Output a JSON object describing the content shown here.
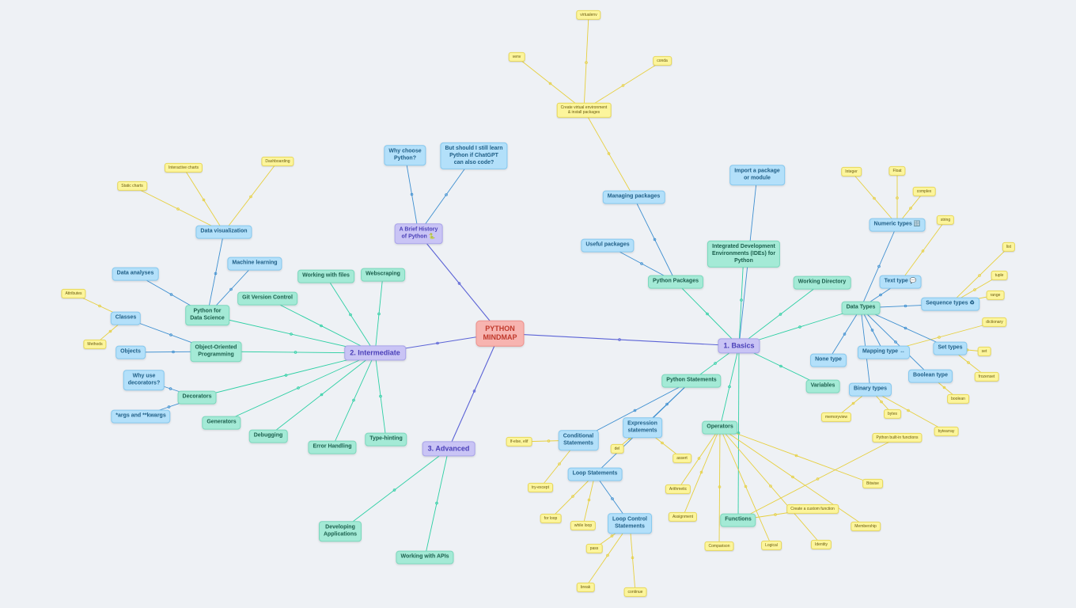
{
  "colors": {
    "background": "#eef1f5",
    "edge_main": "#5b63d6",
    "edge_green": "#2ccfa3",
    "edge_blue": "#3e8fd0",
    "edge_yellow": "#e6cf3e"
  },
  "nodes": [
    {
      "id": "root",
      "label": "PYTHON\nMINDMAP",
      "style": "root"
    },
    {
      "id": "basics",
      "label": "1. Basics",
      "style": "main"
    },
    {
      "id": "intermediate",
      "label": "2. Intermediate",
      "style": "main"
    },
    {
      "id": "advanced",
      "label": "3. Advanced",
      "style": "main"
    },
    {
      "id": "history",
      "label": "A Brief History\nof Python 🐍",
      "style": "purplebox"
    },
    {
      "id": "why_python",
      "label": "Why choose\nPython?",
      "style": "blue"
    },
    {
      "id": "chatgpt",
      "label": "But should I still learn\nPython if ChatGPT\ncan also code?",
      "style": "blue"
    },
    {
      "id": "py_packages",
      "label": "Python Packages",
      "style": "green"
    },
    {
      "id": "managing",
      "label": "Managing packages",
      "style": "blue"
    },
    {
      "id": "useful",
      "label": "Useful packages",
      "style": "blue"
    },
    {
      "id": "import_pkg",
      "label": "Import a package\nor module",
      "style": "blue"
    },
    {
      "id": "venv",
      "label": "Create virtual environment\n& install packages",
      "style": "yellow"
    },
    {
      "id": "virtualenv",
      "label": "virtualenv",
      "style": "yellow"
    },
    {
      "id": "venv_mod",
      "label": "venv",
      "style": "yellow"
    },
    {
      "id": "conda",
      "label": "conda",
      "style": "yellow"
    },
    {
      "id": "ide",
      "label": "Integrated Development\nEnvironments (IDEs) for\nPython",
      "style": "green"
    },
    {
      "id": "workdir",
      "label": "Working Directory",
      "style": "green"
    },
    {
      "id": "data_types",
      "label": "Data Types",
      "style": "green"
    },
    {
      "id": "variables",
      "label": "Variables",
      "style": "green"
    },
    {
      "id": "numeric",
      "label": "Numeric types 🔢",
      "style": "blue"
    },
    {
      "id": "integer",
      "label": "Integer",
      "style": "yellow"
    },
    {
      "id": "float",
      "label": "Float",
      "style": "yellow"
    },
    {
      "id": "complex",
      "label": "complex",
      "style": "yellow"
    },
    {
      "id": "text_type",
      "label": "Text type 💬",
      "style": "blue"
    },
    {
      "id": "string",
      "label": "string",
      "style": "yellow"
    },
    {
      "id": "sequence",
      "label": "Sequence types ♻",
      "style": "blue"
    },
    {
      "id": "list",
      "label": "list",
      "style": "yellow"
    },
    {
      "id": "tuple",
      "label": "tuple",
      "style": "yellow"
    },
    {
      "id": "range",
      "label": "range",
      "style": "yellow"
    },
    {
      "id": "mapping",
      "label": "Mapping type ↔",
      "style": "blue"
    },
    {
      "id": "dictionary",
      "label": "dictionary",
      "style": "yellow"
    },
    {
      "id": "set_types",
      "label": "Set types",
      "style": "blue"
    },
    {
      "id": "set",
      "label": "set",
      "style": "yellow"
    },
    {
      "id": "frozenset",
      "label": "frozenset",
      "style": "yellow"
    },
    {
      "id": "none_type",
      "label": "None type",
      "style": "blue"
    },
    {
      "id": "bool_type",
      "label": "Boolean type",
      "style": "blue"
    },
    {
      "id": "boolean",
      "label": "boolean",
      "style": "yellow"
    },
    {
      "id": "binary",
      "label": "Binary types",
      "style": "blue"
    },
    {
      "id": "memoryview",
      "label": "memoryview",
      "style": "yellow"
    },
    {
      "id": "bytes",
      "label": "bytes",
      "style": "yellow"
    },
    {
      "id": "bytearray",
      "label": "bytearray",
      "style": "yellow"
    },
    {
      "id": "py_statements",
      "label": "Python Statements",
      "style": "green"
    },
    {
      "id": "conditional",
      "label": "Conditional\nStatements",
      "style": "blue"
    },
    {
      "id": "ifelse",
      "label": "If-else, elif",
      "style": "yellow"
    },
    {
      "id": "tryexcept",
      "label": "try-except",
      "style": "yellow"
    },
    {
      "id": "expression",
      "label": "Expression\nstatements",
      "style": "blue"
    },
    {
      "id": "del",
      "label": "del",
      "style": "yellow"
    },
    {
      "id": "assert",
      "label": "assert",
      "style": "yellow"
    },
    {
      "id": "loop",
      "label": "Loop Statements",
      "style": "blue"
    },
    {
      "id": "forloop",
      "label": "for loop",
      "style": "yellow"
    },
    {
      "id": "whileloop",
      "label": "while loop",
      "style": "yellow"
    },
    {
      "id": "loopcontrol",
      "label": "Loop Control\nStatements",
      "style": "blue"
    },
    {
      "id": "pass",
      "label": "pass",
      "style": "yellow"
    },
    {
      "id": "break",
      "label": "break",
      "style": "yellow"
    },
    {
      "id": "continue",
      "label": "continue",
      "style": "yellow"
    },
    {
      "id": "operators",
      "label": "Operators",
      "style": "green"
    },
    {
      "id": "arithmetic",
      "label": "Arithmetic",
      "style": "yellow"
    },
    {
      "id": "assignment",
      "label": "Assignment",
      "style": "yellow"
    },
    {
      "id": "comparison",
      "label": "Comparison",
      "style": "yellow"
    },
    {
      "id": "logical",
      "label": "Logical",
      "style": "yellow"
    },
    {
      "id": "identity",
      "label": "Identity",
      "style": "yellow"
    },
    {
      "id": "membership",
      "label": "Membership",
      "style": "yellow"
    },
    {
      "id": "bitwise",
      "label": "Bitwise",
      "style": "yellow"
    },
    {
      "id": "functions",
      "label": "Functions",
      "style": "green"
    },
    {
      "id": "builtin",
      "label": "Python built-in functions",
      "style": "yellow"
    },
    {
      "id": "custom",
      "label": "Create a custom function",
      "style": "yellow"
    },
    {
      "id": "git",
      "label": "Git Version Control",
      "style": "green"
    },
    {
      "id": "files",
      "label": "Working with files",
      "style": "green"
    },
    {
      "id": "webscraping",
      "label": "Webscraping",
      "style": "green"
    },
    {
      "id": "pyds",
      "label": "Python for\nData Science",
      "style": "green"
    },
    {
      "id": "dataviz",
      "label": "Data visualization",
      "style": "blue"
    },
    {
      "id": "static",
      "label": "Static charts",
      "style": "yellow"
    },
    {
      "id": "interactive",
      "label": "Interactive charts",
      "style": "yellow"
    },
    {
      "id": "dashboarding",
      "label": "Dashboarding",
      "style": "yellow"
    },
    {
      "id": "analyses",
      "label": "Data analyses",
      "style": "blue"
    },
    {
      "id": "ml",
      "label": "Machine learning",
      "style": "blue"
    },
    {
      "id": "oop",
      "label": "Object-Oriented\nProgramming",
      "style": "green"
    },
    {
      "id": "classes",
      "label": "Classes",
      "style": "blue"
    },
    {
      "id": "attributes",
      "label": "Attributes",
      "style": "yellow"
    },
    {
      "id": "methods",
      "label": "Methods",
      "style": "yellow"
    },
    {
      "id": "objects",
      "label": "Objects",
      "style": "blue"
    },
    {
      "id": "decorators",
      "label": "Decorators",
      "style": "green"
    },
    {
      "id": "why_decor",
      "label": "Why use\ndecorators?",
      "style": "blue"
    },
    {
      "id": "args",
      "label": "*args and **kwargs",
      "style": "blue"
    },
    {
      "id": "generators",
      "label": "Generators",
      "style": "green"
    },
    {
      "id": "debugging",
      "label": "Debugging",
      "style": "green"
    },
    {
      "id": "errors",
      "label": "Error Handling",
      "style": "green"
    },
    {
      "id": "typehint",
      "label": "Type-hinting",
      "style": "green"
    },
    {
      "id": "devapps",
      "label": "Developing\nApplications",
      "style": "green"
    },
    {
      "id": "apis",
      "label": "Working with APIs",
      "style": "green"
    }
  ],
  "edges": [
    [
      "root",
      "basics",
      "main"
    ],
    [
      "root",
      "intermediate",
      "main"
    ],
    [
      "root",
      "advanced",
      "main"
    ],
    [
      "root",
      "history",
      "main"
    ],
    [
      "history",
      "why_python",
      "blue"
    ],
    [
      "history",
      "chatgpt",
      "blue"
    ],
    [
      "basics",
      "py_packages",
      "green"
    ],
    [
      "basics",
      "ide",
      "green"
    ],
    [
      "basics",
      "workdir",
      "green"
    ],
    [
      "basics",
      "data_types",
      "green"
    ],
    [
      "basics",
      "variables",
      "green"
    ],
    [
      "basics",
      "py_statements",
      "green"
    ],
    [
      "basics",
      "operators",
      "green"
    ],
    [
      "basics",
      "functions",
      "green"
    ],
    [
      "basics",
      "import_pkg",
      "blue"
    ],
    [
      "py_packages",
      "managing",
      "blue"
    ],
    [
      "py_packages",
      "useful",
      "blue"
    ],
    [
      "managing",
      "venv",
      "yellow"
    ],
    [
      "venv",
      "virtualenv",
      "yellow"
    ],
    [
      "venv",
      "venv_mod",
      "yellow"
    ],
    [
      "venv",
      "conda",
      "yellow"
    ],
    [
      "data_types",
      "numeric",
      "blue"
    ],
    [
      "numeric",
      "integer",
      "yellow"
    ],
    [
      "numeric",
      "float",
      "yellow"
    ],
    [
      "numeric",
      "complex",
      "yellow"
    ],
    [
      "data_types",
      "text_type",
      "blue"
    ],
    [
      "text_type",
      "string",
      "yellow"
    ],
    [
      "data_types",
      "sequence",
      "blue"
    ],
    [
      "sequence",
      "list",
      "yellow"
    ],
    [
      "sequence",
      "tuple",
      "yellow"
    ],
    [
      "sequence",
      "range",
      "yellow"
    ],
    [
      "data_types",
      "mapping",
      "blue"
    ],
    [
      "mapping",
      "dictionary",
      "yellow"
    ],
    [
      "data_types",
      "set_types",
      "blue"
    ],
    [
      "set_types",
      "set",
      "yellow"
    ],
    [
      "set_types",
      "frozenset",
      "yellow"
    ],
    [
      "data_types",
      "none_type",
      "blue"
    ],
    [
      "data_types",
      "bool_type",
      "blue"
    ],
    [
      "bool_type",
      "boolean",
      "yellow"
    ],
    [
      "data_types",
      "binary",
      "blue"
    ],
    [
      "binary",
      "memoryview",
      "yellow"
    ],
    [
      "binary",
      "bytes",
      "yellow"
    ],
    [
      "binary",
      "bytearray",
      "yellow"
    ],
    [
      "py_statements",
      "conditional",
      "blue"
    ],
    [
      "py_statements",
      "expression",
      "blue"
    ],
    [
      "py_statements",
      "loop",
      "blue"
    ],
    [
      "conditional",
      "ifelse",
      "yellow"
    ],
    [
      "conditional",
      "tryexcept",
      "yellow"
    ],
    [
      "expression",
      "del",
      "yellow"
    ],
    [
      "expression",
      "assert",
      "yellow"
    ],
    [
      "loop",
      "forloop",
      "yellow"
    ],
    [
      "loop",
      "whileloop",
      "yellow"
    ],
    [
      "loop",
      "loopcontrol",
      "blue"
    ],
    [
      "loopcontrol",
      "pass",
      "yellow"
    ],
    [
      "loopcontrol",
      "break",
      "yellow"
    ],
    [
      "loopcontrol",
      "continue",
      "yellow"
    ],
    [
      "operators",
      "arithmetic",
      "yellow"
    ],
    [
      "operators",
      "assignment",
      "yellow"
    ],
    [
      "operators",
      "comparison",
      "yellow"
    ],
    [
      "operators",
      "logical",
      "yellow"
    ],
    [
      "operators",
      "identity",
      "yellow"
    ],
    [
      "operators",
      "membership",
      "yellow"
    ],
    [
      "operators",
      "bitwise",
      "yellow"
    ],
    [
      "functions",
      "builtin",
      "yellow"
    ],
    [
      "functions",
      "custom",
      "yellow"
    ],
    [
      "intermediate",
      "git",
      "green"
    ],
    [
      "intermediate",
      "files",
      "green"
    ],
    [
      "intermediate",
      "webscraping",
      "green"
    ],
    [
      "intermediate",
      "pyds",
      "green"
    ],
    [
      "intermediate",
      "oop",
      "green"
    ],
    [
      "intermediate",
      "decorators",
      "green"
    ],
    [
      "intermediate",
      "generators",
      "green"
    ],
    [
      "intermediate",
      "debugging",
      "green"
    ],
    [
      "intermediate",
      "errors",
      "green"
    ],
    [
      "intermediate",
      "typehint",
      "green"
    ],
    [
      "pyds",
      "dataviz",
      "blue"
    ],
    [
      "pyds",
      "analyses",
      "blue"
    ],
    [
      "pyds",
      "ml",
      "blue"
    ],
    [
      "dataviz",
      "static",
      "yellow"
    ],
    [
      "dataviz",
      "interactive",
      "yellow"
    ],
    [
      "dataviz",
      "dashboarding",
      "yellow"
    ],
    [
      "oop",
      "classes",
      "blue"
    ],
    [
      "oop",
      "objects",
      "blue"
    ],
    [
      "classes",
      "attributes",
      "yellow"
    ],
    [
      "classes",
      "methods",
      "yellow"
    ],
    [
      "decorators",
      "why_decor",
      "blue"
    ],
    [
      "decorators",
      "args",
      "blue"
    ],
    [
      "advanced",
      "devapps",
      "green"
    ],
    [
      "advanced",
      "apis",
      "green"
    ]
  ]
}
